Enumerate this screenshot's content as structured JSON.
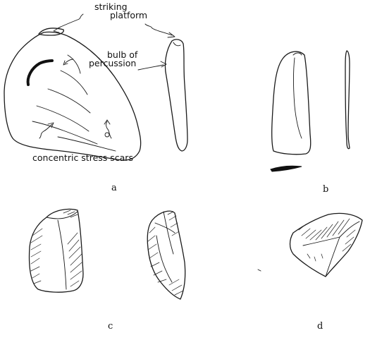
{
  "figure": {
    "labels": {
      "striking_line1": "striking",
      "striking_line2": "platform",
      "bulb_line1": "bulb of",
      "bulb_line2": "percussion",
      "stress": "concentric stress scars"
    },
    "captions": {
      "a": "a",
      "b": "b",
      "c": "c",
      "d": "d"
    }
  }
}
